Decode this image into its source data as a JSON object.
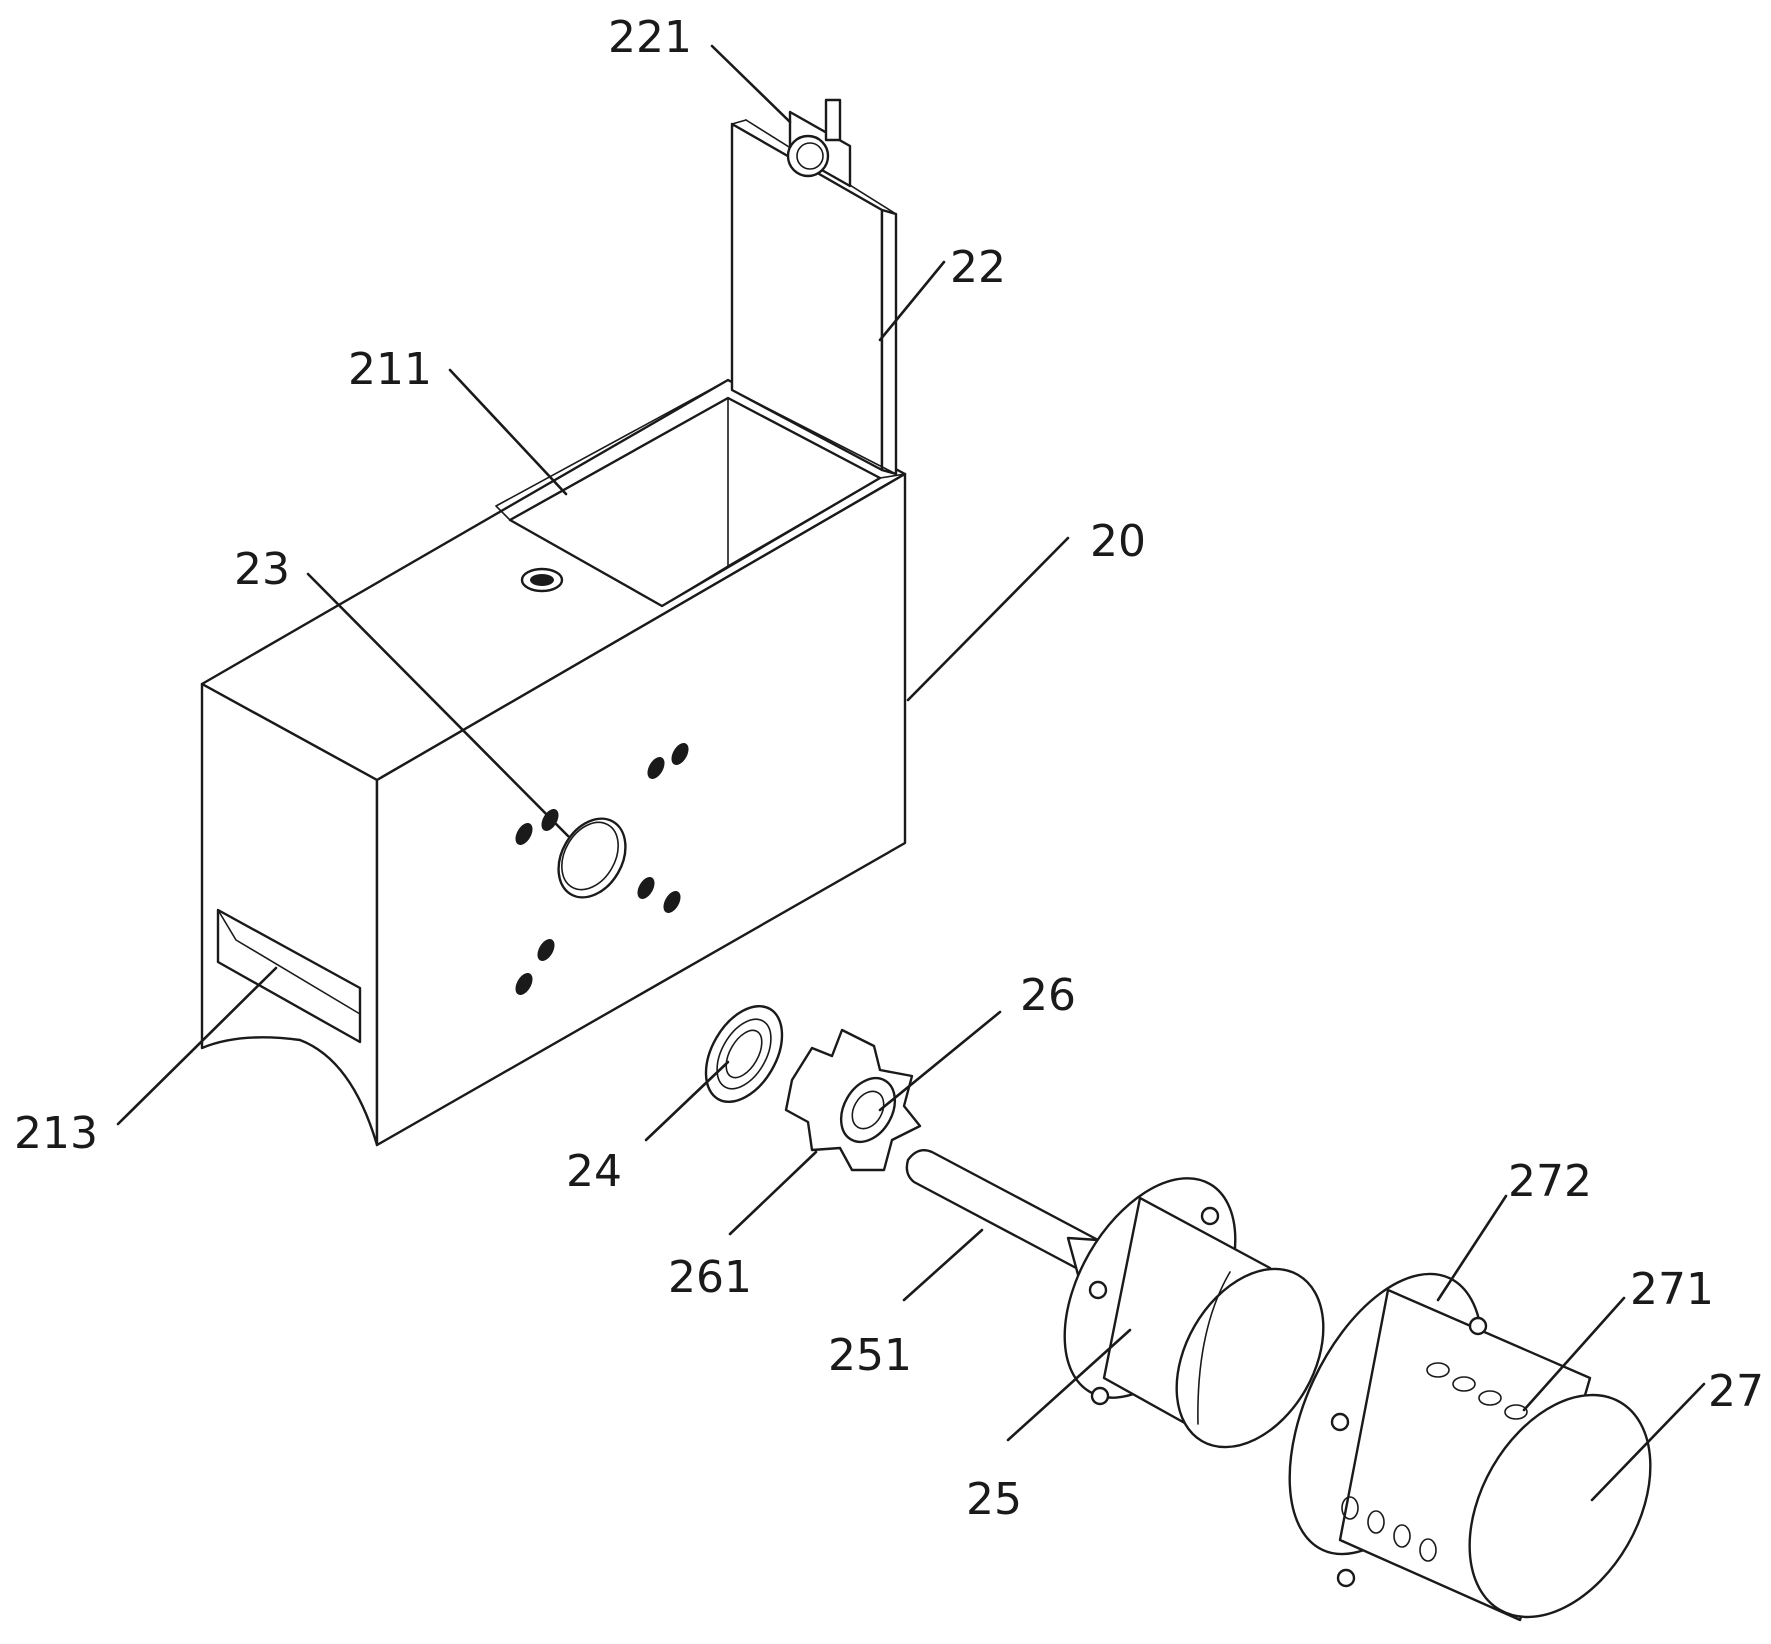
{
  "labels": {
    "p221": "221",
    "p22": "22",
    "p211": "211",
    "p20": "20",
    "p23": "23",
    "p213": "213",
    "p24": "24",
    "p26": "26",
    "p261": "261",
    "p251": "251",
    "p25": "25",
    "p272": "272",
    "p271": "271",
    "p27": "27"
  }
}
